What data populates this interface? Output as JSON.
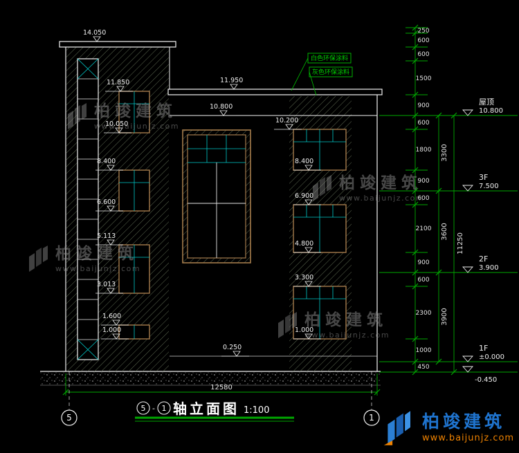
{
  "colors": {
    "background": "#000000",
    "outline": "#f2f2f2",
    "dimension_green": "#00a800",
    "window_cyan": "#00c8c8",
    "frame_tan": "#a57c4c",
    "note_green": "#00c400",
    "watermark_gray": "#909090",
    "logo_blue": "#1f74cf",
    "logo_orange": "#ef8200"
  },
  "title": {
    "bubble_left": "5",
    "separator": "-",
    "bubble_right": "1",
    "name": "轴立面图",
    "scale": "1:100"
  },
  "axis_bubbles": {
    "left": "5",
    "right": "1"
  },
  "notes": {
    "white_paint": "白色环保涂料",
    "gray_paint": "灰色环保涂料"
  },
  "elevation_marks": {
    "left": [
      "14.050",
      "11.850",
      "10.050",
      "8.400",
      "6.600",
      "5.113",
      "3.013",
      "1.600",
      "1.000"
    ],
    "middle": [
      "11.950",
      "10.800",
      "0.250"
    ],
    "right": [
      "10.200",
      "8.400",
      "6.900",
      "4.800",
      "3.300",
      "1.000"
    ]
  },
  "dimensions": {
    "right_detail": [
      "250",
      "600",
      "600",
      "1500",
      "900",
      "600",
      "1800",
      "900",
      "600",
      "2100",
      "900",
      "600",
      "2300",
      "1000",
      "450"
    ],
    "right_floors": [
      "3300",
      "3600",
      "3900"
    ],
    "right_total": "11250",
    "bottom_total": "12580"
  },
  "levels": [
    {
      "label": "屋顶",
      "value": "10.800"
    },
    {
      "label": "3F",
      "value": "7.500"
    },
    {
      "label": "2F",
      "value": "3.900"
    },
    {
      "label": "1F",
      "value": "±0.000"
    },
    {
      "label": "",
      "value": "-0.450"
    }
  ],
  "watermark": {
    "brand": "柏竣建筑",
    "site": "www.baijunjz.com"
  },
  "logo": {
    "brand": "柏竣建筑",
    "site": "www.baijunjz.com"
  }
}
